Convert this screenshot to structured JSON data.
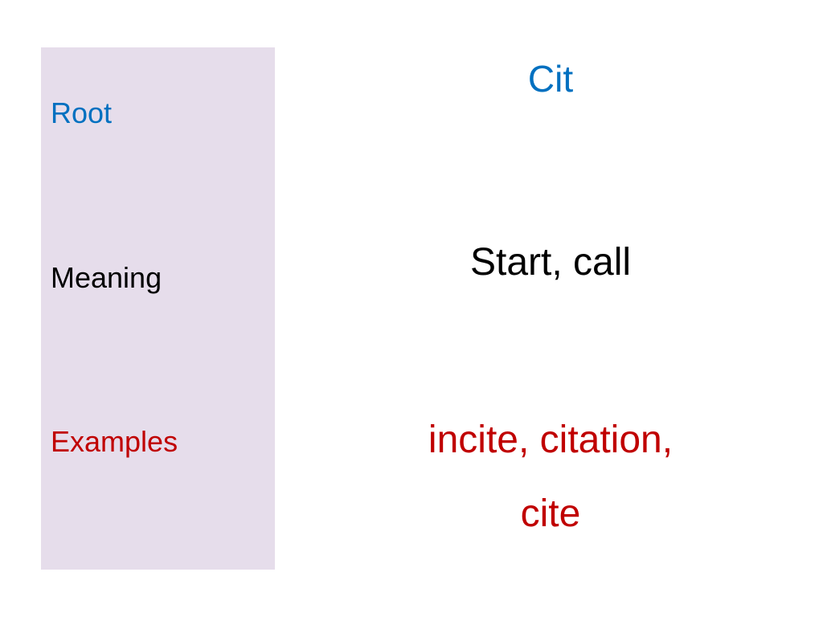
{
  "labels": {
    "root": "Root",
    "meaning": "Meaning",
    "examples": "Examples"
  },
  "values": {
    "root": "Cit",
    "meaning": "Start, call",
    "examples": [
      "incite, citation,",
      "cite"
    ]
  },
  "colors": {
    "root": "#0070c0",
    "meaning": "#000000",
    "examples": "#c00000",
    "panel_background": "#e6ddeb"
  }
}
